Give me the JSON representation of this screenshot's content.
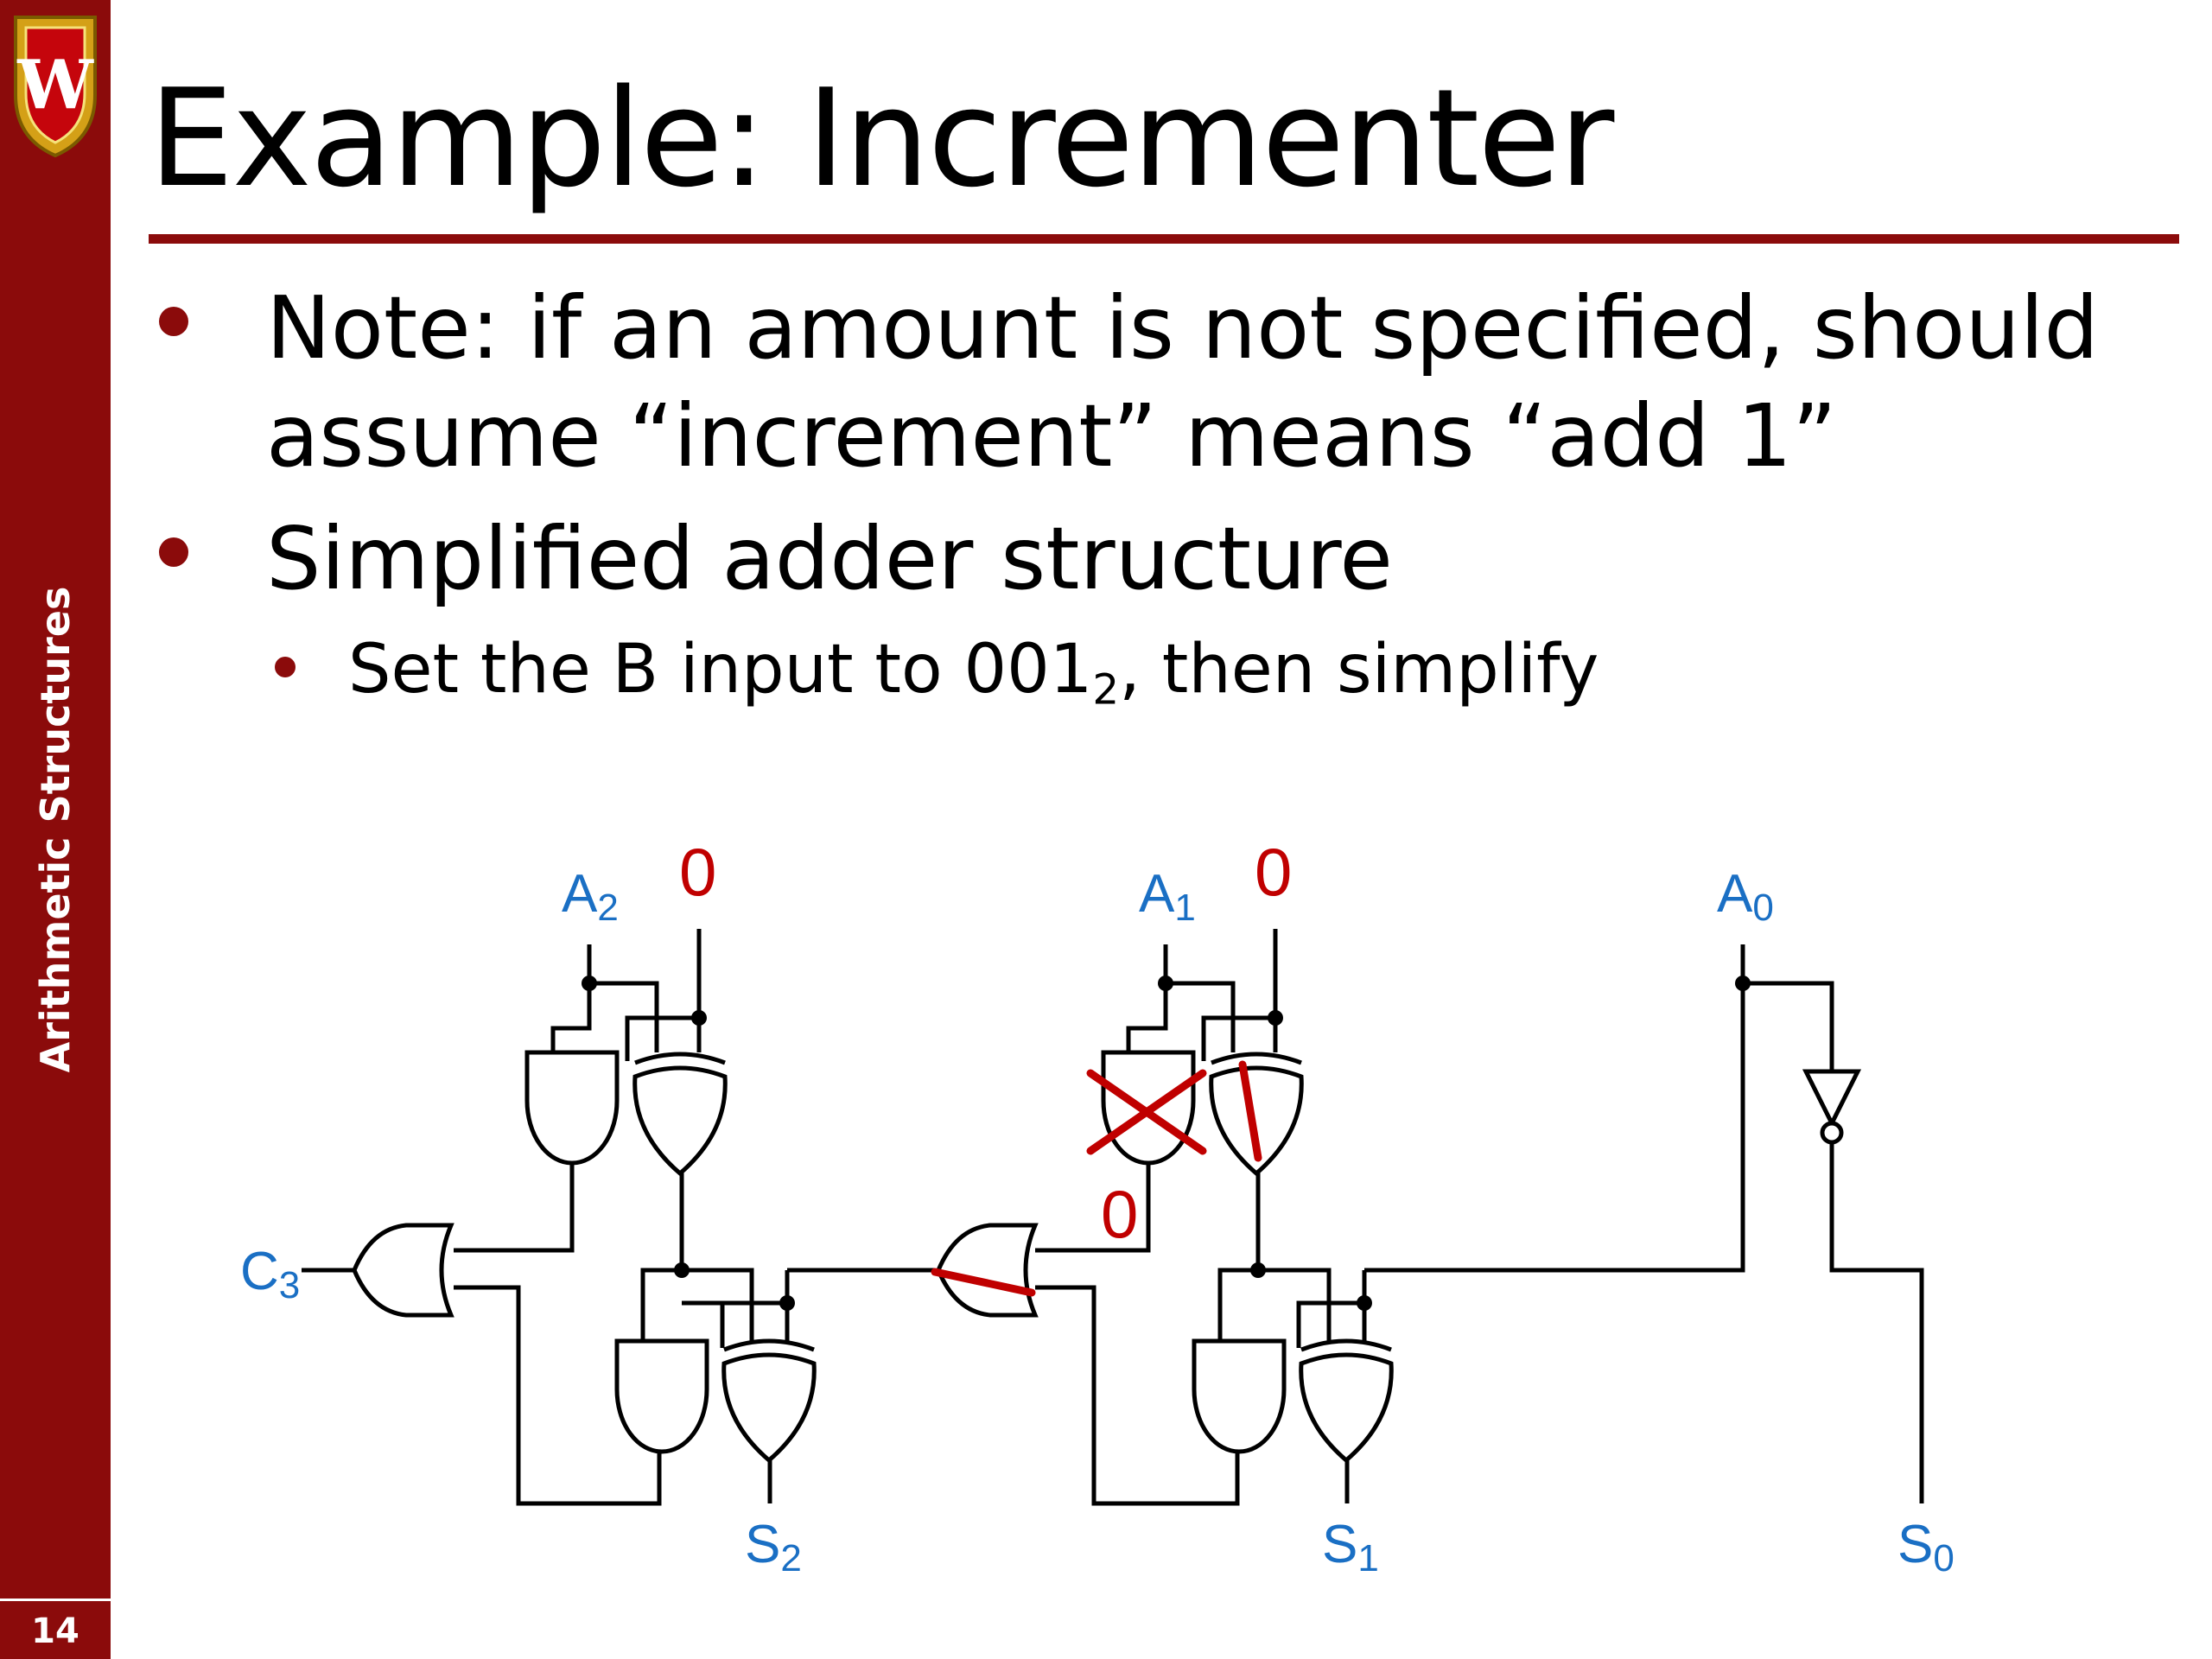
{
  "sidebar": {
    "section_title": "Arithmetic Structures",
    "page_number": "14",
    "logo": "university-crest-w"
  },
  "slide": {
    "title": "Example: Incrementer",
    "bullets": [
      {
        "line1": "Note: if an amount is not specified, should",
        "line2": "assume “increment” means “add 1”"
      },
      {
        "text": "Simplified adder structure"
      }
    ],
    "sub_bullet": {
      "text_before": "Set the B input to 001",
      "subscript": "2",
      "text_after": ", then simplify"
    }
  },
  "diagram": {
    "labels": {
      "a2": "A",
      "a2_sub": "2",
      "a1": "A",
      "a1_sub": "1",
      "a0": "A",
      "a0_sub": "0",
      "s2": "S",
      "s2_sub": "2",
      "s1": "S",
      "s1_sub": "1",
      "s0": "S",
      "s0_sub": "0",
      "c3": "C",
      "c3_sub": "3",
      "zero_b2": "0",
      "zero_b1": "0",
      "zero_and": "0"
    },
    "colors": {
      "label_blue": "#1a6fc4",
      "annotation_red": "#c00000",
      "wire": "#000000",
      "accent": "#8b0b0b"
    }
  }
}
